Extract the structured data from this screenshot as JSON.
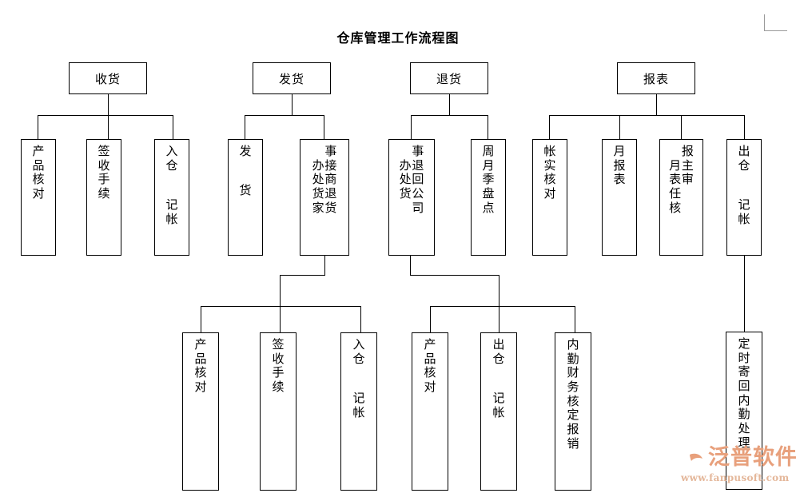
{
  "page": {
    "title": "仓库管理工作流程图",
    "background_color": "#ffffff",
    "line_color": "#000000",
    "corner_mark_color": "#9a9a9a"
  },
  "chart_data": {
    "type": "diagram",
    "diagram_kind": "flowchart-org-tree",
    "title": "仓库管理工作流程图",
    "orientation": "top-down",
    "text_direction": "vertical-rl",
    "branches": [
      {
        "id": "receiving",
        "root": "收货",
        "children": [
          "产品核对",
          "签收手续",
          "入仓  记帐"
        ]
      },
      {
        "id": "shipping",
        "root": "发货",
        "children": [
          "发  货",
          "接事商家退货处理办"
        ],
        "sub_parent": "接事商家退货处理办",
        "sub_children": [
          "产品核对",
          "签收手续",
          "入仓  记帐"
        ]
      },
      {
        "id": "returns",
        "root": "退货",
        "children": [
          "事退回公司办处货",
          "周月季盘点"
        ],
        "sub_parent": "事退回公司办处货",
        "sub_children": [
          "产品核对",
          "出仓  记帐",
          "内勤财务核定报销"
        ]
      },
      {
        "id": "reports",
        "root": "报表",
        "children": [
          "帐实核对",
          "月报表",
          "报主审月表任核",
          "出仓  记帐"
        ],
        "sub_parent": "出仓  记帐",
        "sub_children": [
          "定时寄回内勤处理"
        ]
      }
    ]
  },
  "nodes": {
    "root_receiving": {
      "label": "收货"
    },
    "root_shipping": {
      "label": "发货"
    },
    "root_returns": {
      "label": "退货"
    },
    "root_reports": {
      "label": "报表"
    },
    "recv_c1": {
      "chars": [
        "产",
        "品",
        "核",
        "对"
      ]
    },
    "recv_c2": {
      "chars": [
        "签",
        "收",
        "手",
        "续"
      ]
    },
    "recv_c3": {
      "chars": [
        "入",
        "仓",
        "",
        "记",
        "帐"
      ]
    },
    "ship_c1": {
      "chars": [
        "发",
        "",
        "货"
      ]
    },
    "ship_c2_right": {
      "chars": [
        "事",
        "接",
        "商",
        "退",
        "货"
      ]
    },
    "ship_c2_left": {
      "chars": [
        "办",
        "处",
        "货",
        "家"
      ]
    },
    "ret_c1_right": {
      "chars": [
        "事",
        "退",
        "回",
        "公",
        "司"
      ]
    },
    "ret_c1_left": {
      "chars": [
        "办",
        "处",
        "货"
      ]
    },
    "ret_c2": {
      "chars": [
        "周",
        "月",
        "季",
        "盘",
        "点"
      ]
    },
    "rep_c1": {
      "chars": [
        "帐",
        "实",
        "核",
        "对"
      ]
    },
    "rep_c2": {
      "chars": [
        "月",
        "报",
        "表"
      ]
    },
    "rep_c3_right": {
      "chars": [
        "报",
        "主",
        "审"
      ]
    },
    "rep_c3_left": {
      "chars": [
        "月",
        "表",
        "任",
        "核"
      ]
    },
    "rep_c4": {
      "chars": [
        "出",
        "仓",
        "",
        "记",
        "帐"
      ]
    },
    "ship_s1": {
      "chars": [
        "产",
        "品",
        "核",
        "对"
      ]
    },
    "ship_s2": {
      "chars": [
        "签",
        "收",
        "手",
        "续"
      ]
    },
    "ship_s3": {
      "chars": [
        "入",
        "仓",
        "",
        "记",
        "帐"
      ]
    },
    "ret_s1": {
      "chars": [
        "产",
        "品",
        "核",
        "对"
      ]
    },
    "ret_s2": {
      "chars": [
        "出",
        "仓",
        "",
        "记",
        "帐"
      ]
    },
    "ret_s3": {
      "chars": [
        "内",
        "勤",
        "财",
        "务",
        "核",
        "定",
        "报",
        "销"
      ]
    },
    "rep_s1": {
      "chars": [
        "定",
        "时",
        "寄",
        "回",
        "内",
        "勤",
        "处",
        "理"
      ]
    }
  },
  "watermark": {
    "brand": "泛普软件",
    "url": "www.fanpusoft.com",
    "brand_color": "#e8a07c",
    "url_color": "#e4b79a",
    "logo_arc_color": "#7a8a9e",
    "logo_swoosh_color": "#e8a07c"
  }
}
